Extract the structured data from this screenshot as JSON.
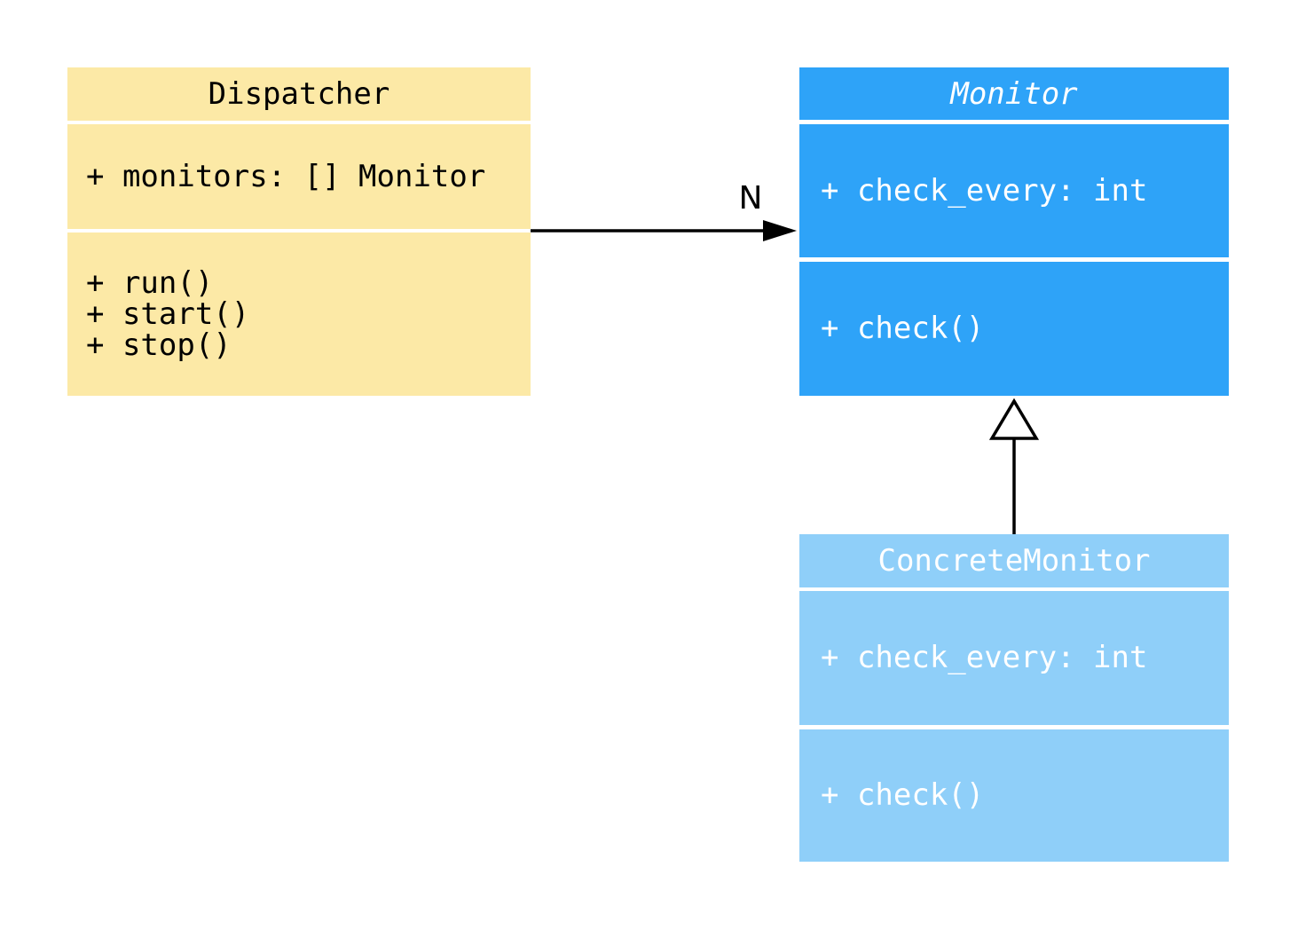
{
  "diagram": {
    "type": "uml-class-diagram",
    "background_color": "#ffffff",
    "classes": [
      {
        "name": "Dispatcher",
        "abstract": false,
        "attributes": [
          "+ monitors: [] Monitor"
        ],
        "methods": [
          "+ run()",
          "+ start()",
          "+ stop()"
        ],
        "fill_color": "#fce9a6",
        "text_color": "#000000"
      },
      {
        "name": "Monitor",
        "abstract": true,
        "attributes": [
          "+ check_every: int"
        ],
        "methods": [
          "+ check()"
        ],
        "fill_color": "#2ea3f8",
        "text_color": "#ffffff"
      },
      {
        "name": "ConcreteMonitor",
        "abstract": false,
        "attributes": [
          "+ check_every: int"
        ],
        "methods": [
          "+ check()"
        ],
        "fill_color": "#8fcff9",
        "text_color": "#ffffff"
      }
    ],
    "relationships": [
      {
        "type": "association",
        "from": "Dispatcher",
        "to": "Monitor",
        "label": "N",
        "arrow_style": "filled-arrowhead",
        "line_color": "#000000"
      },
      {
        "type": "inheritance",
        "from": "ConcreteMonitor",
        "to": "Monitor",
        "label": "",
        "arrow_style": "hollow-triangle",
        "line_color": "#000000"
      }
    ]
  }
}
